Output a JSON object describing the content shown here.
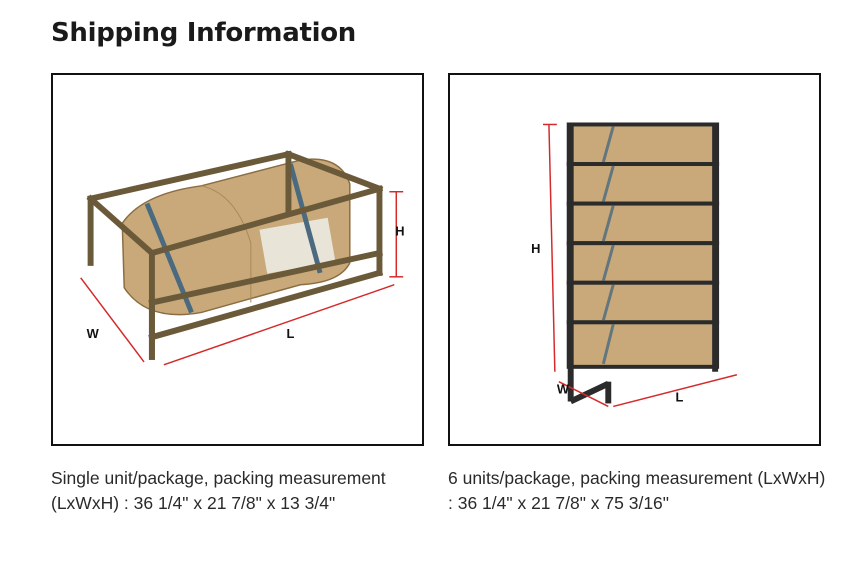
{
  "page": {
    "title": "Shipping Information"
  },
  "single": {
    "caption": "Single unit/package, packing measurement (LxWxH) : 36 1/4\" x 21 7/8\" x 13 3/4\"",
    "labels": {
      "w": "W",
      "l": "L",
      "h": "H"
    }
  },
  "multi": {
    "caption": "6 units/package, packing measurement (LxWxH) : 36 1/4\" x 21 7/8\" x 75 3/16\"",
    "labels": {
      "w": "W",
      "l": "L",
      "h": "H"
    }
  },
  "colors": {
    "dimension_line": "#d42a2a",
    "frame": "#6b5a3a",
    "package": "#c9a97a",
    "dark_frame": "#2b2b2b"
  }
}
